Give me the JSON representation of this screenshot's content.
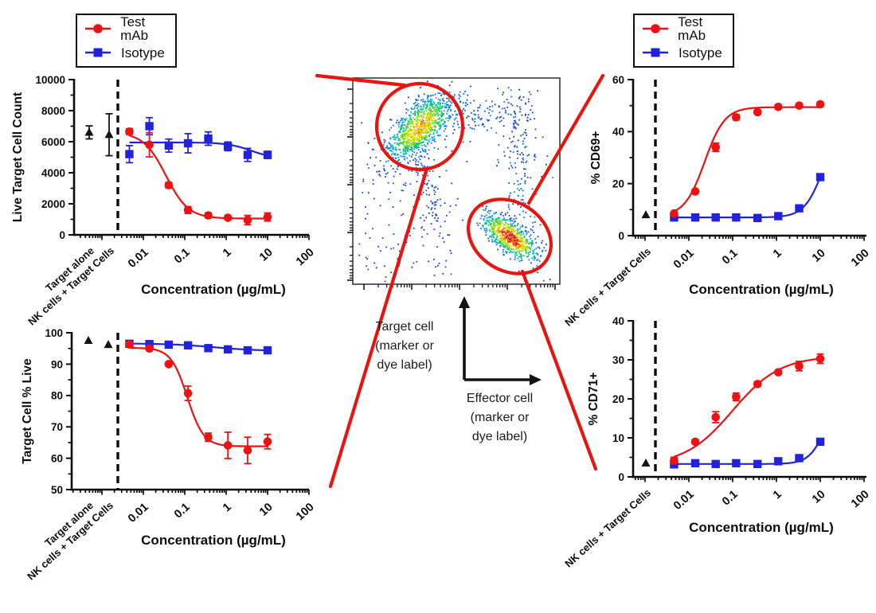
{
  "colors": {
    "test_mab": "#ee1111",
    "isotype": "#2222dd",
    "control": "#141414",
    "annotation_red": "#e8150f",
    "axis": "#0b0b0b"
  },
  "legend": {
    "items": [
      {
        "label": "Test mAb",
        "marker": "circle-icon",
        "color_key": "test_mab"
      },
      {
        "label": "Isotype",
        "marker": "square-icon",
        "color_key": "isotype"
      }
    ]
  },
  "flow_plot": {
    "type": "flow-scatter",
    "ylabel": "Target cell\n(marker or\ndye label)",
    "xlabel": "Effector cell\n(marker or\ndye label)",
    "gates": [
      {
        "name": "target-cell-population",
        "shape": "circle"
      },
      {
        "name": "effector-cell-population",
        "shape": "ellipse"
      }
    ]
  },
  "chart_data": [
    {
      "name": "live-target-cell-count",
      "type": "scatter",
      "ylabel": "Live Target Cell Count",
      "xlabel": "Concentration (µg/mL)",
      "ylim": [
        0,
        10000
      ],
      "yticks": [
        0,
        2000,
        4000,
        6000,
        8000,
        10000
      ],
      "ytick_minor": 1000,
      "xscale": "log",
      "xtick_labels": [
        "0.01",
        "0.1",
        "1",
        "10",
        "100"
      ],
      "concentrations_ug_ml": [
        0.0046,
        0.014,
        0.041,
        0.12,
        0.37,
        1.1,
        3.3,
        10
      ],
      "controls": [
        {
          "label": "Target alone",
          "value": 6600,
          "error": 420
        },
        {
          "label": "NK cells + Target Cells",
          "value": 6450,
          "error": 1350
        }
      ],
      "series": [
        {
          "name": "Test mAb",
          "color_key": "test_mab",
          "marker": "circle",
          "values": [
            6650,
            5800,
            3200,
            1600,
            1250,
            1100,
            950,
            1150
          ],
          "errors": [
            180,
            780,
            180,
            220,
            160,
            120,
            300,
            260
          ],
          "fit": {
            "top": 6600,
            "bottom": 1050,
            "ec50": 0.035,
            "hill": 1.6,
            "direction": "decrease"
          }
        },
        {
          "name": "Isotype",
          "color_key": "isotype",
          "marker": "square",
          "values": [
            5200,
            7000,
            5750,
            5900,
            6200,
            5700,
            5150,
            5150
          ],
          "errors": [
            550,
            550,
            420,
            620,
            430,
            280,
            420,
            230
          ],
          "fit": {
            "top": 5950,
            "bottom": 4900,
            "ec50": 4,
            "hill": 1.5,
            "direction": "decrease"
          }
        }
      ]
    },
    {
      "name": "target-cell-percent-live",
      "type": "scatter",
      "ylabel": "Target Cell % Live",
      "xlabel": "Concentration (µg/mL)",
      "ylim": [
        50,
        100
      ],
      "yticks": [
        50,
        60,
        70,
        80,
        90,
        100
      ],
      "ytick_minor": 5,
      "xscale": "log",
      "xtick_labels": [
        "0.01",
        "0.1",
        "1",
        "10",
        "100"
      ],
      "concentrations_ug_ml": [
        0.0046,
        0.014,
        0.041,
        0.12,
        0.37,
        1.1,
        3.3,
        10
      ],
      "controls": [
        {
          "label": "Target alone",
          "value": 97.5,
          "error": 0
        },
        {
          "label": "NK cells + Target Cells",
          "value": 96.2,
          "error": 0
        }
      ],
      "series": [
        {
          "name": "Test mAb",
          "color_key": "test_mab",
          "marker": "circle",
          "values": [
            96.3,
            95.0,
            90.0,
            80.7,
            66.7,
            64.1,
            62.5,
            65.3
          ],
          "errors": [
            0.5,
            0.7,
            0.5,
            2.3,
            1.3,
            4.2,
            4.2,
            2.3
          ],
          "fit": {
            "top": 95.2,
            "bottom": 63.8,
            "ec50": 0.115,
            "hill": 2.2,
            "direction": "decrease"
          }
        },
        {
          "name": "Isotype",
          "color_key": "isotype",
          "marker": "square",
          "values": [
            96.5,
            96.4,
            96.2,
            96.0,
            95.1,
            94.7,
            94.4,
            94.4
          ],
          "errors": [
            0.4,
            0.4,
            0.4,
            0.4,
            0.4,
            0.4,
            0.5,
            0.4
          ],
          "fit": {
            "top": 96.6,
            "bottom": 94.2,
            "ec50": 0.5,
            "hill": 0.8,
            "direction": "decrease"
          }
        }
      ]
    },
    {
      "name": "percent-cd69-positive",
      "type": "scatter",
      "ylabel": "% CD69+",
      "xlabel": "Concentration (µg/mL)",
      "ylim": [
        0,
        60
      ],
      "yticks": [
        0,
        20,
        40,
        60
      ],
      "ytick_minor": 10,
      "xscale": "log",
      "xtick_labels": [
        "0.01",
        "0.1",
        "1",
        "10",
        "100"
      ],
      "concentrations_ug_ml": [
        0.0046,
        0.014,
        0.041,
        0.12,
        0.37,
        1.1,
        3.3,
        10
      ],
      "controls": [
        {
          "label": "NK cells + Target Cells",
          "value": 8,
          "error": 0
        }
      ],
      "series": [
        {
          "name": "Test mAb",
          "color_key": "test_mab",
          "marker": "circle",
          "values": [
            8.5,
            17,
            34,
            45.5,
            47.5,
            49.5,
            50,
            50.5
          ],
          "errors": [
            0.6,
            0.8,
            1.6,
            1.0,
            0.8,
            0.8,
            0.6,
            0.8
          ],
          "fit": {
            "top": 49.4,
            "bottom": 7.5,
            "ec50": 0.023,
            "hill": 1.9,
            "direction": "increase"
          }
        },
        {
          "name": "Isotype",
          "color_key": "isotype",
          "marker": "square",
          "values": [
            7,
            7,
            7,
            7,
            6.8,
            7.5,
            10.5,
            22.5
          ],
          "errors": [
            0.4,
            0.4,
            0.4,
            0.4,
            0.4,
            0.4,
            0.5,
            0.6
          ],
          "fit": {
            "top": 45,
            "bottom": 7,
            "ec50": 12,
            "hill": 2,
            "direction": "increase"
          }
        }
      ]
    },
    {
      "name": "percent-cd71-positive",
      "type": "scatter",
      "ylabel": "% CD71+",
      "xlabel": "Concentration (µg/mL)",
      "ylim": [
        0,
        40
      ],
      "yticks": [
        0,
        10,
        20,
        30,
        40
      ],
      "ytick_minor": 5,
      "xscale": "log",
      "xtick_labels": [
        "0.01",
        "0.1",
        "1",
        "10",
        "100"
      ],
      "concentrations_ug_ml": [
        0.0046,
        0.014,
        0.041,
        0.12,
        0.37,
        1.1,
        3.3,
        10
      ],
      "controls": [
        {
          "label": "NK cells + Target Cells",
          "value": 3.5,
          "error": 0
        }
      ],
      "series": [
        {
          "name": "Test mAb",
          "color_key": "test_mab",
          "marker": "circle",
          "values": [
            4.2,
            9,
            15.3,
            20.5,
            23.8,
            26.8,
            28.4,
            30.3
          ],
          "errors": [
            0.8,
            0.5,
            1.4,
            1.0,
            0.6,
            0.5,
            1.2,
            1.2
          ],
          "fit": {
            "top": 31,
            "bottom": 3.0,
            "ec50": 0.1,
            "hill": 0.8,
            "direction": "increase"
          }
        },
        {
          "name": "Isotype",
          "color_key": "isotype",
          "marker": "square",
          "values": [
            3.2,
            3.5,
            3.3,
            3.5,
            3.3,
            4.0,
            4.8,
            9.0
          ],
          "errors": [
            0.3,
            0.3,
            0.3,
            0.3,
            0.3,
            0.3,
            0.4,
            0.4
          ],
          "fit": {
            "top": 25,
            "bottom": 3.3,
            "ec50": 15,
            "hill": 2.2,
            "direction": "increase"
          }
        }
      ]
    }
  ]
}
